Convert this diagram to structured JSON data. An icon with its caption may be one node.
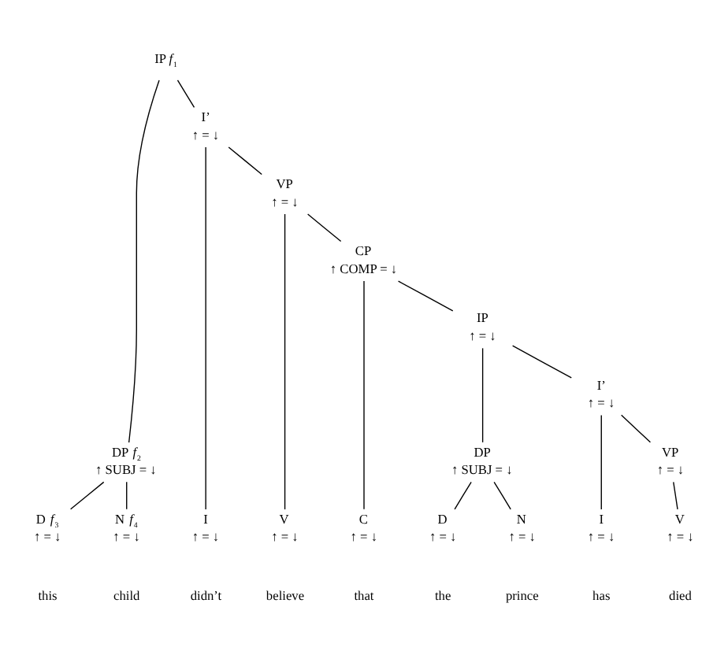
{
  "diagram": {
    "nodes": [
      {
        "text": [
          "IP *f*$_{1}$"
        ]
      },
      {
        "text": [
          "DP *f*$_{2}$",
          "↑ SUBJ = ↓"
        ]
      },
      {
        "text": [
          "D *f*$_{3}$",
          "↑ = ↓"
        ]
      },
      {
        "text": [
          "N *f*$_{4}$",
          "↑ = ↓"
        ]
      },
      {
        "text": [
          "I’",
          "↑ = ↓"
        ]
      },
      {
        "text": [
          "I",
          "↑ = ↓"
        ]
      },
      {
        "text": [
          "VP",
          "↑ = ↓"
        ]
      },
      {
        "text": [
          "V",
          "↑ = ↓"
        ]
      },
      {
        "text": [
          "CP",
          "↑ COMP = ↓"
        ]
      },
      {
        "text": [
          "C",
          "↑ = ↓"
        ]
      },
      {
        "text": [
          "IP",
          "↑ = ↓"
        ]
      },
      {
        "text": [
          "DP",
          "↑ SUBJ = ↓"
        ]
      },
      {
        "text": [
          "D",
          "↑ = ↓"
        ]
      },
      {
        "text": [
          "N",
          "↑ = ↓"
        ]
      },
      {
        "text": [
          "I’",
          "↑ = ↓"
        ]
      },
      {
        "text": [
          "I",
          "↑ = ↓"
        ]
      },
      {
        "text": [
          "VP",
          "↑ = ↓"
        ]
      },
      {
        "text": [
          "V",
          "↑ = ↓"
        ]
      }
    ],
    "edges": [
      {
        "from": 0,
        "to": 1,
        "arrow": "none"
      },
      {
        "from": 0,
        "to": 4,
        "arrow": "none"
      },
      {
        "from": 1,
        "to": 2,
        "arrow": "none"
      },
      {
        "from": 1,
        "to": 3,
        "arrow": "none"
      },
      {
        "from": 4,
        "to": 5,
        "arrow": "none"
      },
      {
        "from": 4,
        "to": 6,
        "arrow": "none"
      },
      {
        "from": 6,
        "to": 7,
        "arrow": "none"
      },
      {
        "from": 6,
        "to": 8,
        "arrow": "none"
      },
      {
        "from": 8,
        "to": 9,
        "arrow": "none"
      },
      {
        "from": 8,
        "to": 10,
        "arrow": "none"
      },
      {
        "from": 10,
        "to": 11,
        "arrow": "none"
      },
      {
        "from": 10,
        "to": 14,
        "arrow": "none"
      },
      {
        "from": 11,
        "to": 12,
        "arrow": "none"
      },
      {
        "from": 11,
        "to": 13,
        "arrow": "none"
      },
      {
        "from": 14,
        "to": 15,
        "arrow": "none"
      },
      {
        "from": 14,
        "to": 16,
        "arrow": "none"
      },
      {
        "from": 16,
        "to": 17,
        "arrow": "none"
      }
    ],
    "labels": [
      "this",
      "child",
      "didn’t",
      "believe",
      "that",
      "the",
      "prince",
      "has",
      "died"
    ]
  }
}
